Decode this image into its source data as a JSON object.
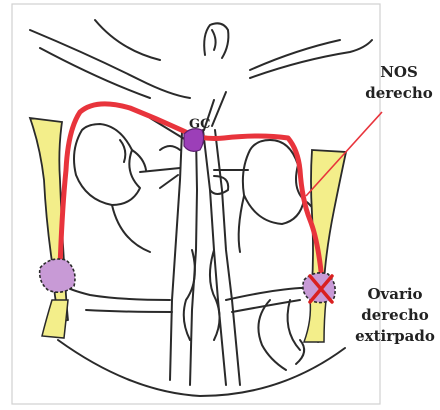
{
  "labels": {
    "gc": "GC",
    "nos": [
      "NOS",
      "derecho"
    ],
    "ovario": [
      "Ovario",
      "derecho",
      "extirpado"
    ]
  },
  "colors": {
    "vein_highlight": "#e8343c",
    "ovary": "#c89ad6",
    "uterine_tube": "#f3ee8a",
    "ink": "#2a2a2a",
    "removed_mark": "#d92020"
  },
  "icons": {
    "removed_mark": "x-mark-icon"
  }
}
